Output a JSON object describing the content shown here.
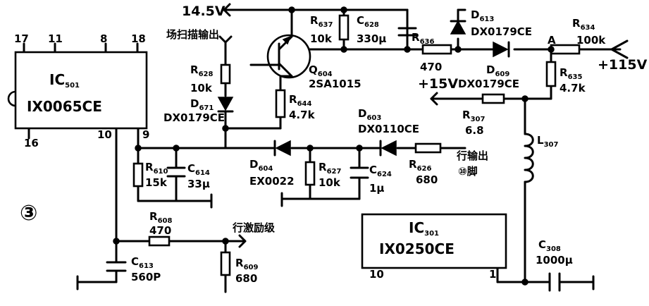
{
  "supplies": {
    "v14_5": "14.5V",
    "v15": "+15V",
    "v115": "+115V"
  },
  "notes": {
    "figure_number": "③",
    "node_a": "A",
    "scan_output": "场扫描输出",
    "line_excitation": "行激励级",
    "line_output": "行输出",
    "pin_mark": "⑩脚"
  },
  "ic501": {
    "prefix": "IC",
    "sub": "501",
    "part": "IX0065CE",
    "pins": {
      "p17": "17",
      "p11": "11",
      "p8": "8",
      "p18": "18",
      "p16": "16",
      "p10": "10",
      "p9": "9"
    }
  },
  "ic301": {
    "prefix": "IC",
    "sub": "301",
    "part": "IX0250CE",
    "pins": {
      "p10": "10",
      "p1": "1"
    }
  },
  "components": {
    "r637": {
      "ref": "R",
      "sub": "637",
      "value": "10k"
    },
    "c628": {
      "ref": "C",
      "sub": "628",
      "value": "330μ"
    },
    "q604": {
      "ref": "Q",
      "sub": "604",
      "value": "2SA1015"
    },
    "r636": {
      "ref": "R",
      "sub": "636",
      "value": "470"
    },
    "d613": {
      "ref": "D",
      "sub": "613",
      "value": "DX0179CE"
    },
    "d609": {
      "ref": "D",
      "sub": "609",
      "value": "DX0179CE"
    },
    "r634": {
      "ref": "R",
      "sub": "634",
      "value": "100k"
    },
    "r635": {
      "ref": "R",
      "sub": "635",
      "value": "4.7k"
    },
    "r628": {
      "ref": "R",
      "sub": "628",
      "value": "10k"
    },
    "d671": {
      "ref": "D",
      "sub": "671",
      "value": "DX0179CE"
    },
    "r644": {
      "ref": "R",
      "sub": "644",
      "value": "4.7k"
    },
    "d603": {
      "ref": "D",
      "sub": "603",
      "value": "DX0110CE"
    },
    "r307": {
      "ref": "R",
      "sub": "307",
      "value": "6.8"
    },
    "r610": {
      "ref": "R",
      "sub": "610",
      "value": "15k"
    },
    "c614": {
      "ref": "C",
      "sub": "614",
      "value": "33μ"
    },
    "d604": {
      "ref": "D",
      "sub": "604",
      "value": "EX0022"
    },
    "r627": {
      "ref": "R",
      "sub": "627",
      "value": "10k"
    },
    "c624": {
      "ref": "C",
      "sub": "624",
      "value": "1μ"
    },
    "r626": {
      "ref": "R",
      "sub": "626",
      "value": "680"
    },
    "l307": {
      "ref": "L",
      "sub": "307"
    },
    "r608": {
      "ref": "R",
      "sub": "608",
      "value": "470"
    },
    "c613": {
      "ref": "C",
      "sub": "613",
      "value": "560P"
    },
    "r609": {
      "ref": "R",
      "sub": "609",
      "value": "680"
    },
    "c308": {
      "ref": "C",
      "sub": "308",
      "value": "1000μ"
    }
  }
}
